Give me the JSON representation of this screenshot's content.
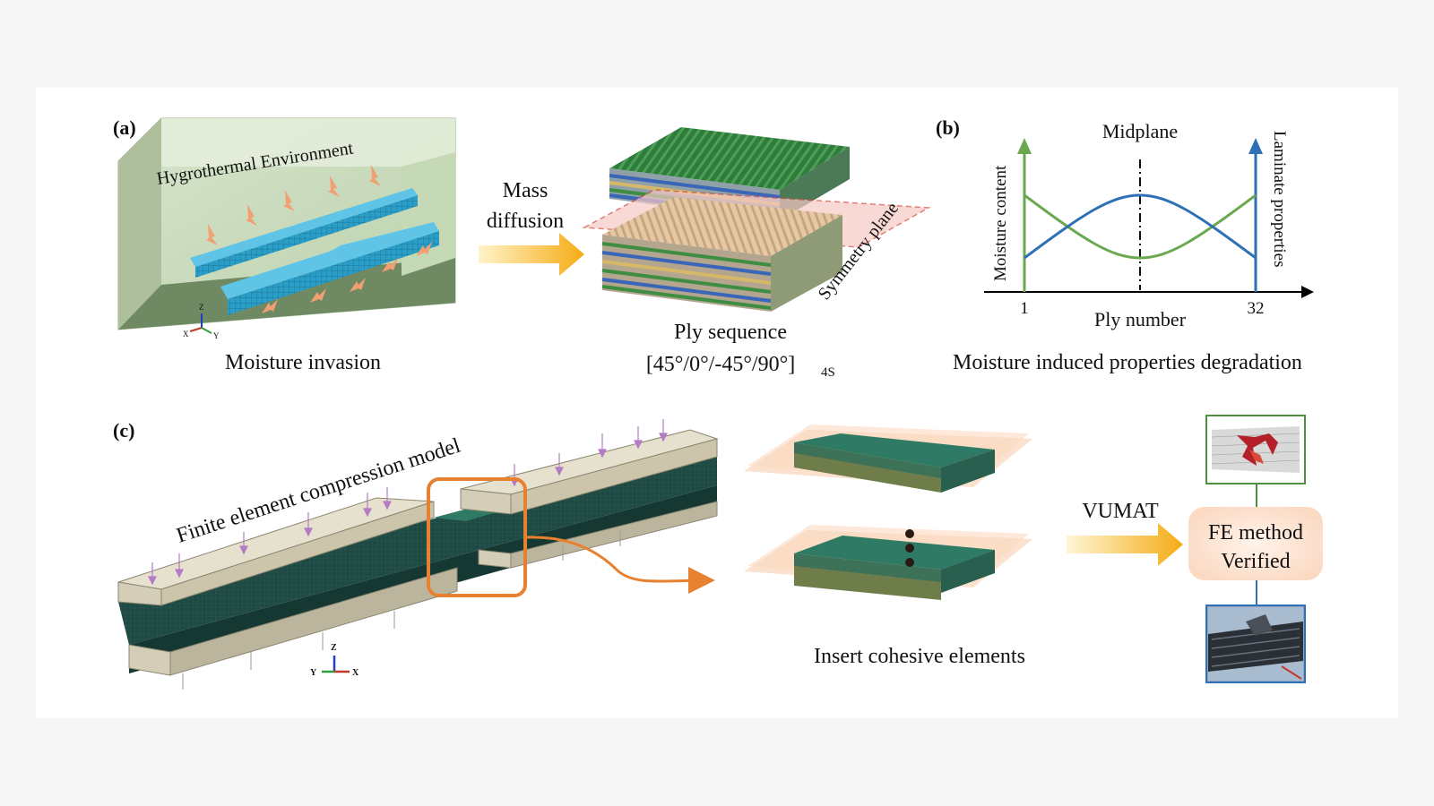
{
  "panel_a": {
    "label": "(a)",
    "env_title": "Hygrothermal Environment",
    "caption": "Moisture invasion",
    "arrow_label_1": "Mass",
    "arrow_label_2": "diffusion",
    "axis_z": "Z",
    "axis_x": "X",
    "axis_y": "Y",
    "symmetry_label": "Symmetry plane",
    "ply_caption": "Ply sequence",
    "ply_sequence": "[45°/0°/-45°/90°]",
    "ply_subscript": "4S"
  },
  "panel_b": {
    "label": "(b)",
    "midplane": "Midplane",
    "y_left": "Moisture content",
    "y_right": "Laminate properties",
    "x_label": "Ply number",
    "x_start": "1",
    "x_end": "32",
    "caption": "Moisture induced properties degradation",
    "colors": {
      "moisture": "#6aa84f",
      "properties": "#2f6fb5"
    }
  },
  "panel_c": {
    "label": "(c)",
    "model_title": "Finite element compression model",
    "axis_z": "Z",
    "axis_y": "Y",
    "axis_x": "X",
    "cohesive_caption": "Insert cohesive elements",
    "vumat": "VUMAT",
    "fe_line1": "FE method",
    "fe_line2": "Verified"
  },
  "colors": {
    "accent_orange": "#e8812f",
    "arrow_gold": "#f2b01a",
    "laminate_green": "#2e7a64",
    "tab_beige": "#e6e1cf",
    "box_green": "#c8dbbd"
  }
}
